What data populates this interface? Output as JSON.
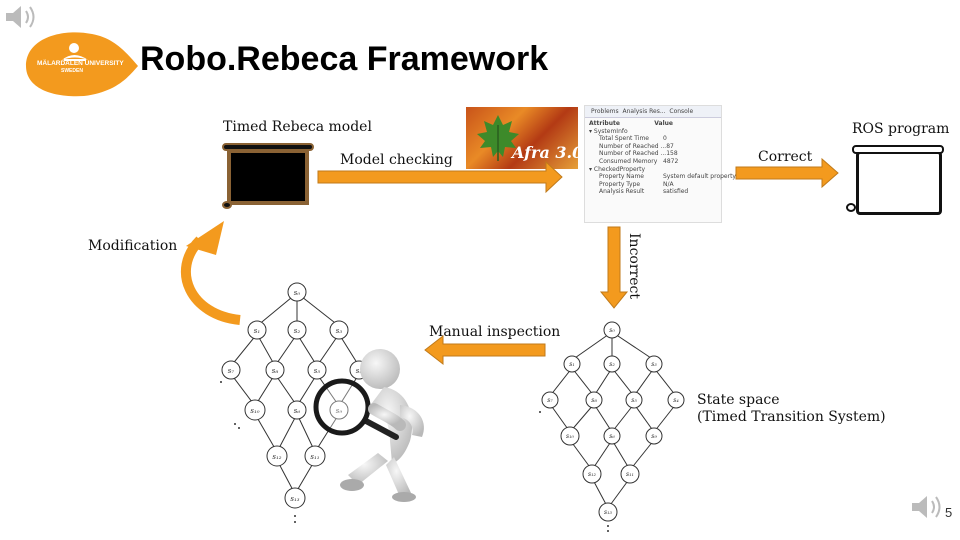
{
  "slide": {
    "title": "Robo.Rebeca Framework",
    "page_number": "5"
  },
  "logo": {
    "line1": "MÄLARDALEN UNIVERSITY",
    "line2": "SWEDEN",
    "color": "#f39a1e"
  },
  "labels": {
    "timed_rebeca_model": "Timed Rebeca model",
    "ros_program": "ROS program",
    "model_checking": "Model checking",
    "correct": "Correct",
    "modification": "Modification",
    "incorrect": "Incorrect",
    "manual_inspection": "Manual inspection",
    "state_space_1": "State space",
    "state_space_2": "(Timed Transition System)"
  },
  "afra": {
    "text": "Afra 3.0"
  },
  "analysis_panel": {
    "tabs": [
      "Problems",
      "Analysis Res...",
      "Console"
    ],
    "header": [
      "Attribute",
      "Value"
    ],
    "rows": [
      {
        "k": "▾ SystemInfo",
        "v": ""
      },
      {
        "k": "Total Spent Time",
        "v": "0"
      },
      {
        "k": "Number of Reached ...",
        "v": "87"
      },
      {
        "k": "Number of Reached ...",
        "v": "158"
      },
      {
        "k": "Consumed Memory",
        "v": "4872"
      },
      {
        "k": "▾ CheckedProperty",
        "v": ""
      },
      {
        "k": "Property Name",
        "v": "System default property"
      },
      {
        "k": "Property Type",
        "v": "N/A"
      },
      {
        "k": "Analysis Result",
        "v": "satisfied"
      }
    ]
  },
  "colors": {
    "arrow_orange": "#f39a1e",
    "arrow_border": "#c07a1a",
    "scroll_border": "#8a6234"
  },
  "icons": {
    "speaker": "speaker-icon",
    "magnifier_figure": "magnifier-figure-icon"
  }
}
